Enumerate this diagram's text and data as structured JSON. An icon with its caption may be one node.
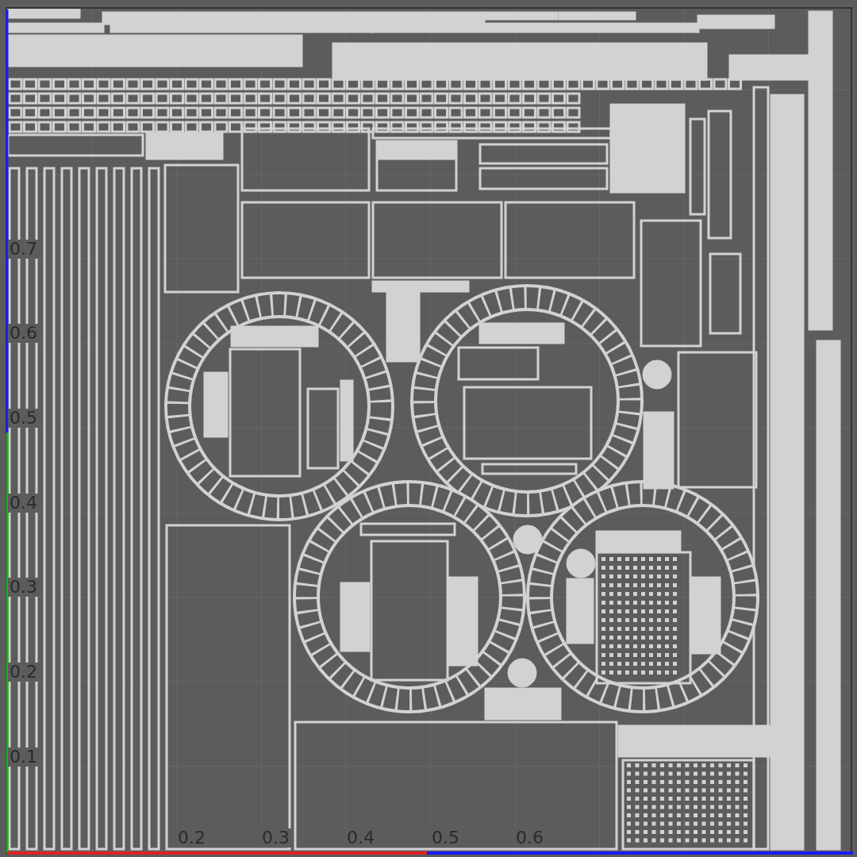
{
  "diagram": {
    "labels": [
      "0.7",
      "0.6",
      "0.5",
      "0.4",
      "0.3",
      "0.2",
      "0.1",
      "0.2",
      "0.3",
      "0.4",
      "0.5",
      "0.6"
    ]
  }
}
